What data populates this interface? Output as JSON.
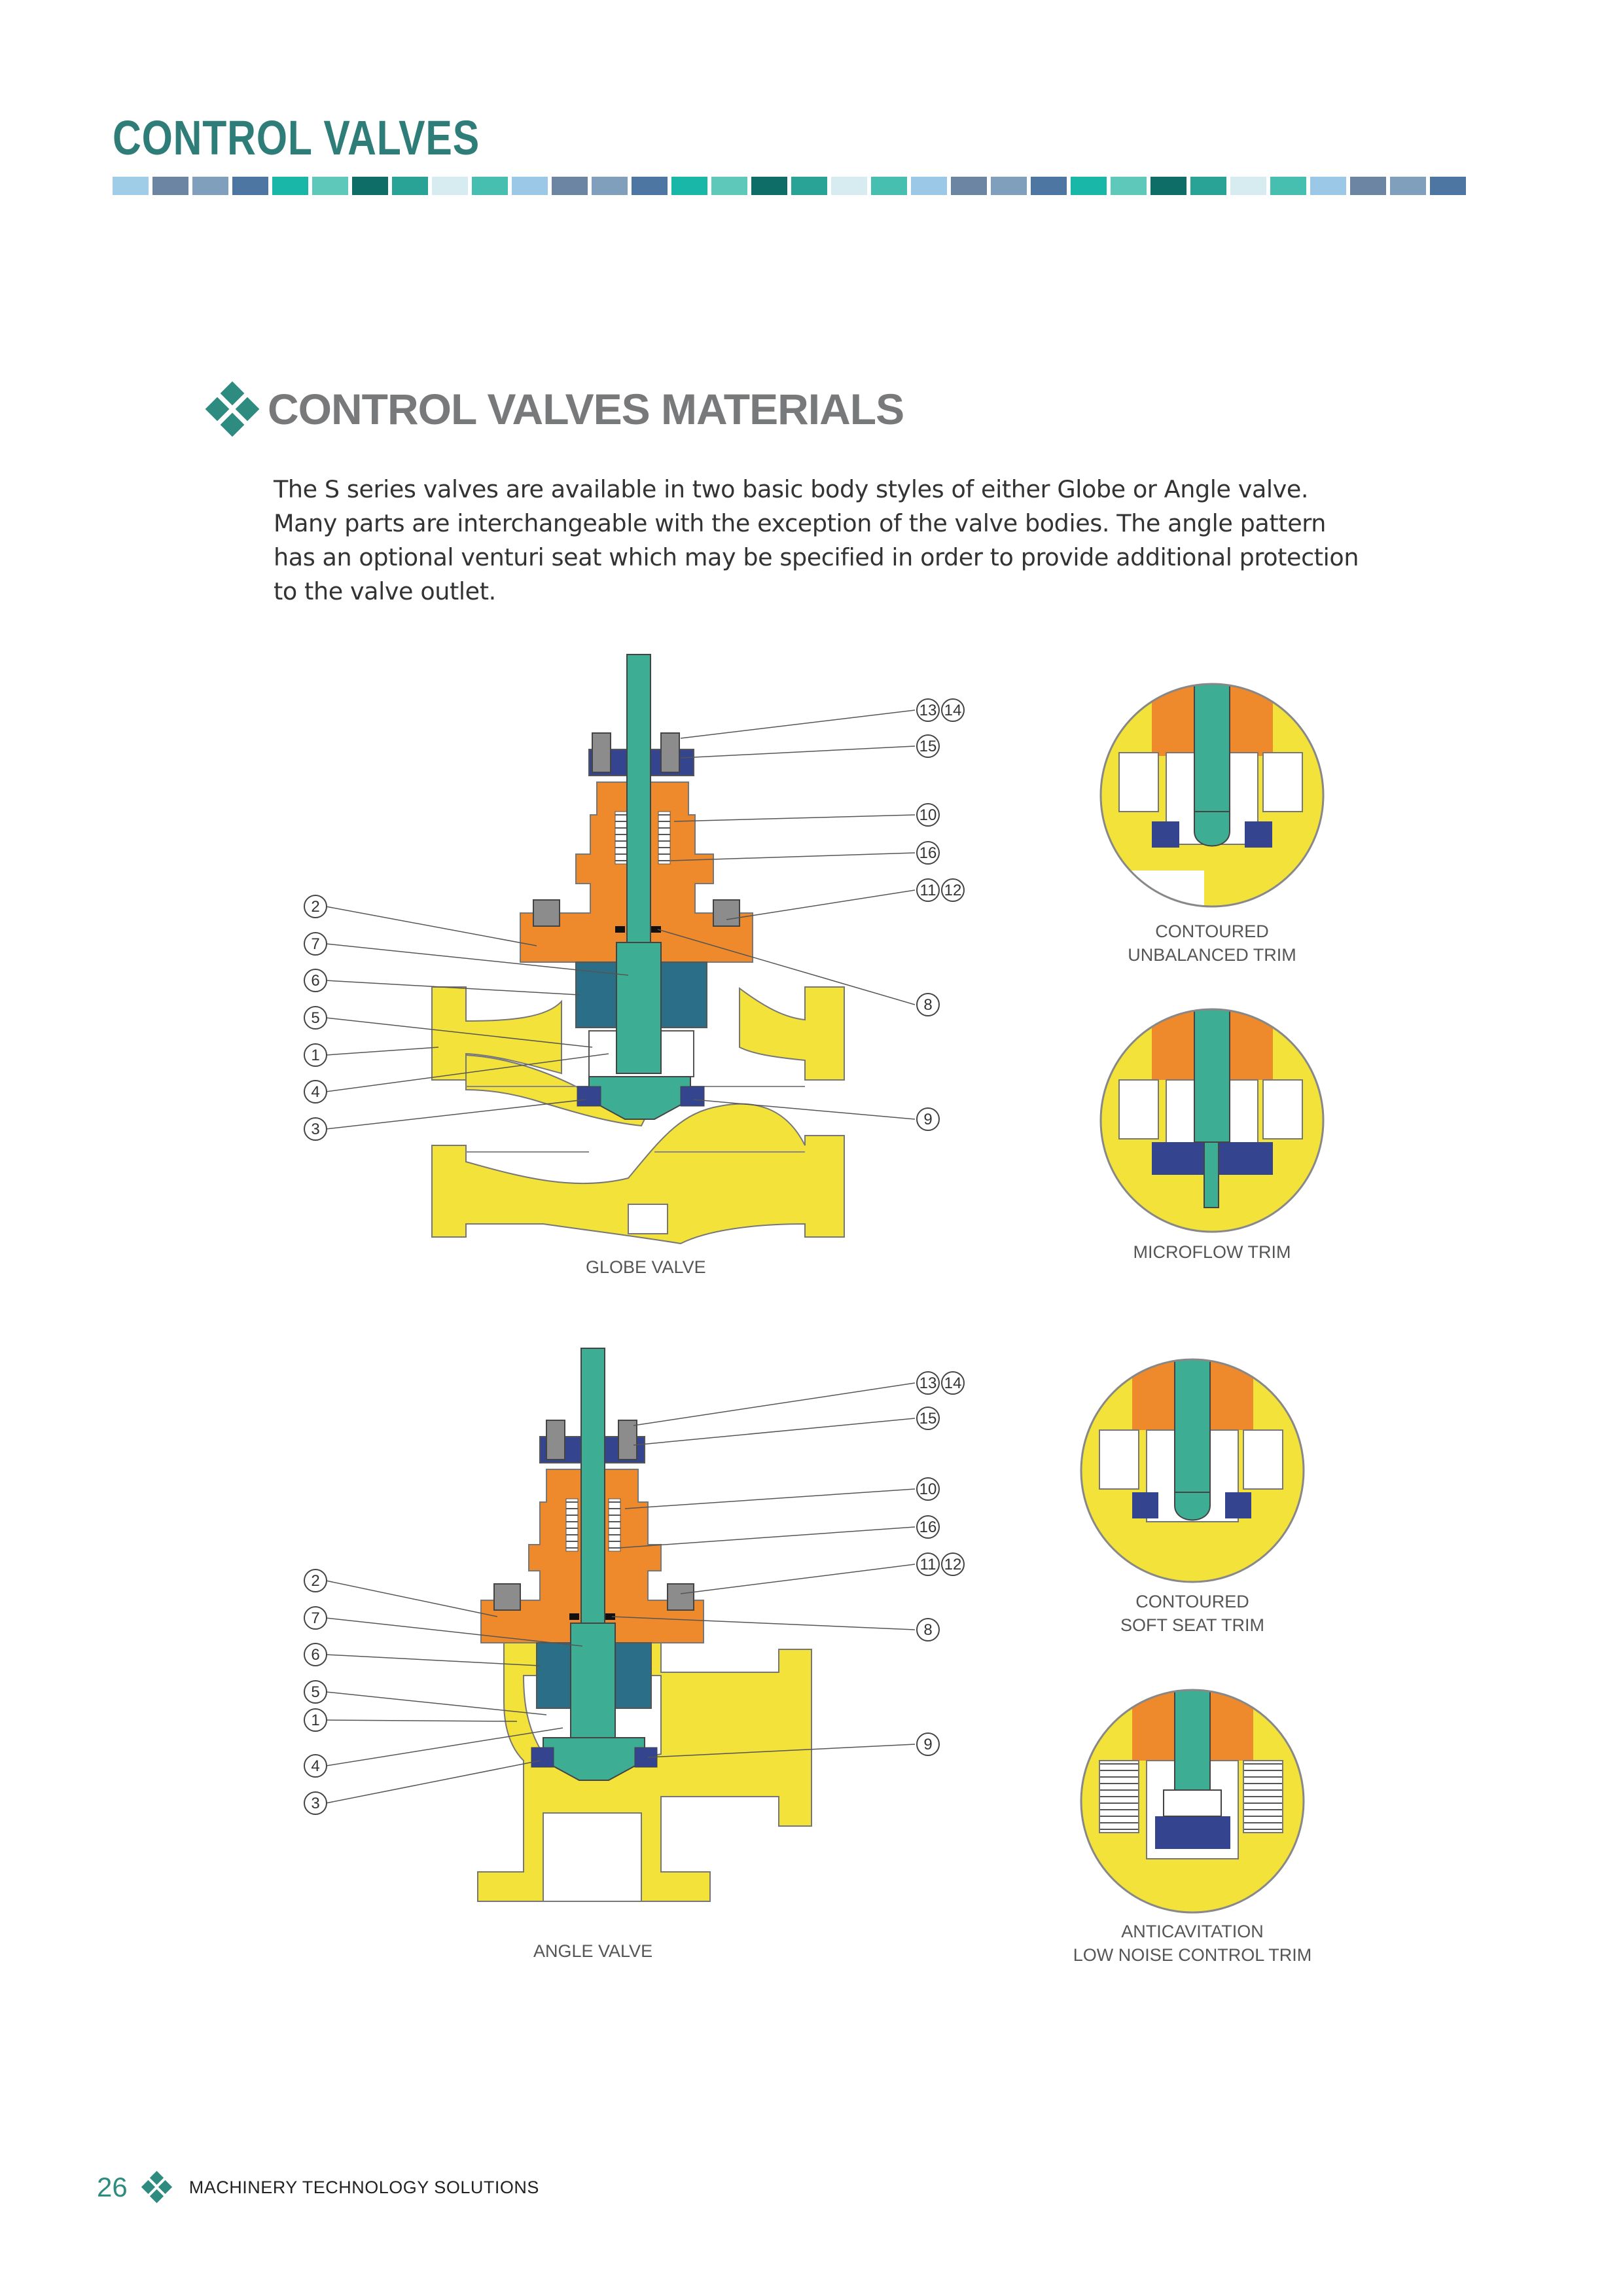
{
  "header": {
    "title": "CONTROL  VALVES"
  },
  "colors": {
    "teal": "#2e7d78",
    "body_yellow": "#f2e23a",
    "bonnet_orange": "#ee8a2b",
    "stem_green": "#3dae94",
    "cage_teal": "#2a6f87",
    "seat_blue": "#34448f",
    "color_bar": [
      "#9fcde8",
      "#6c85a3",
      "#7f9fbd",
      "#4e76a3",
      "#19b7a8",
      "#5ec8bb",
      "#0e6e67",
      "#2aa397",
      "#d6ecf1",
      "#47bfb0",
      "#9ac8e6",
      "#6c85a3",
      "#7f9fbd",
      "#4e76a3",
      "#19b7a8",
      "#5ec8bb",
      "#0e6e67",
      "#2aa397",
      "#d6ecf1",
      "#47bfb0",
      "#9ac8e6",
      "#6c85a3",
      "#7f9fbd",
      "#4e76a3",
      "#19b7a8",
      "#5ec8bb",
      "#0e6e67",
      "#2aa397",
      "#d6ecf1",
      "#47bfb0",
      "#9ac8e6",
      "#6c85a3",
      "#7f9fbd",
      "#4e76a3"
    ]
  },
  "section": {
    "title": "CONTROL VALVES MATERIALS"
  },
  "intro": {
    "lines": [
      "The S series valves are available in two basic body styles of either Globe or Angle valve.",
      "Many parts are interchangeable with the exception of the valve bodies. The angle pattern",
      "has an optional venturi seat which may be specified in order to provide additional protection",
      "to the valve outlet."
    ]
  },
  "globe_valve": {
    "caption": "GLOBE VALVE",
    "right_callouts": [
      "13",
      "14",
      "15",
      "10",
      "16",
      "11",
      "12",
      "8",
      "9"
    ],
    "left_callouts": [
      "2",
      "7",
      "6",
      "5",
      "1",
      "4",
      "3"
    ]
  },
  "angle_valve": {
    "caption": "ANGLE VALVE",
    "right_callouts": [
      "13",
      "14",
      "15",
      "10",
      "16",
      "11",
      "12",
      "8",
      "9"
    ],
    "left_callouts": [
      "2",
      "7",
      "6",
      "5",
      "1",
      "4",
      "3"
    ]
  },
  "trims": [
    {
      "line1": "CONTOURED",
      "line2": "UNBALANCED TRIM"
    },
    {
      "line1": "MICROFLOW TRIM",
      "line2": ""
    },
    {
      "line1": "CONTOURED",
      "line2": "SOFT SEAT TRIM"
    },
    {
      "line1": "ANTICAVITATION",
      "line2": "LOW NOISE CONTROL TRIM"
    }
  ],
  "footer": {
    "page_number": "26",
    "text": "MACHINERY TECHNOLOGY SOLUTIONS"
  }
}
